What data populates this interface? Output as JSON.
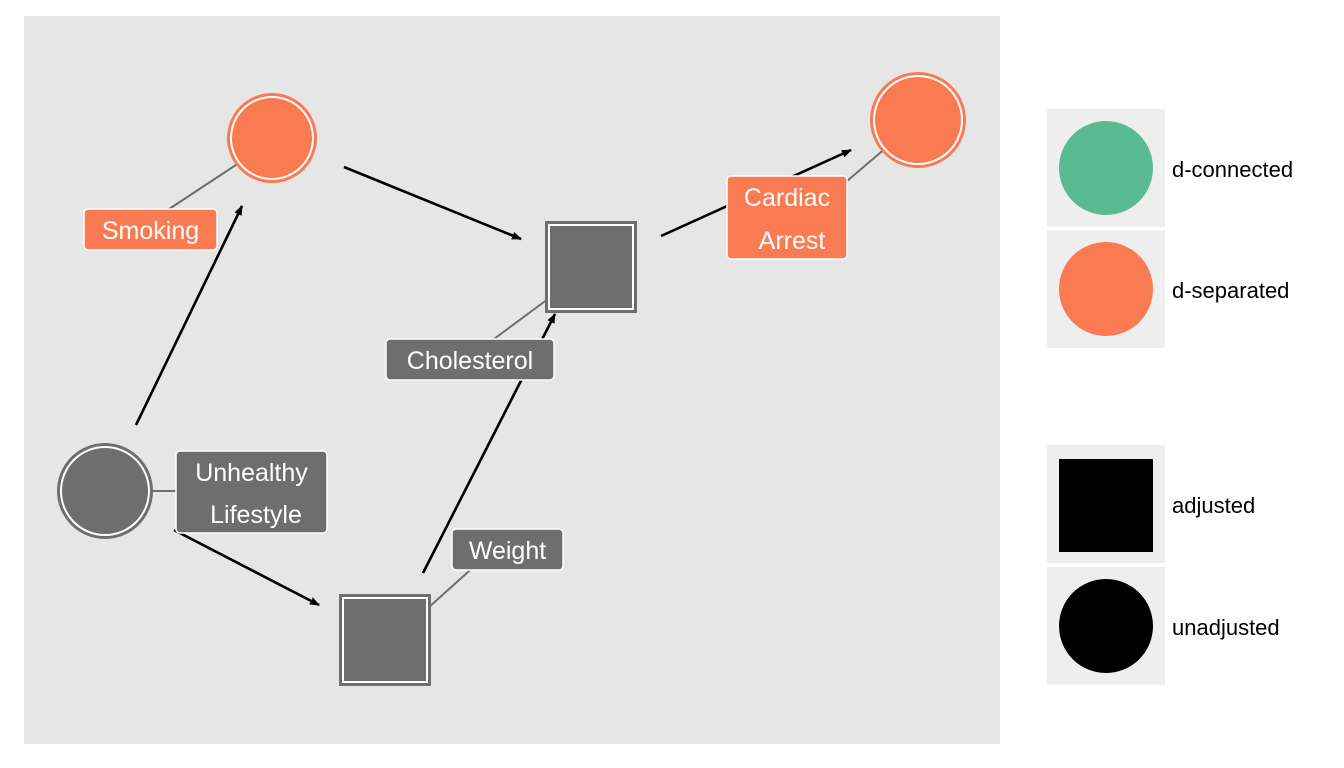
{
  "nodes": {
    "smoking": {
      "label_lines": [
        "Smoking"
      ],
      "shape": "circle",
      "status": "d-separated"
    },
    "cardiac_arrest": {
      "label_lines": [
        "Cardiac",
        "Arrest"
      ],
      "shape": "circle",
      "status": "d-separated"
    },
    "cholesterol": {
      "label_lines": [
        "Cholesterol"
      ],
      "shape": "square",
      "status": "adjusted"
    },
    "unhealthy_lifestyle": {
      "label_lines": [
        "Unhealthy",
        "Lifestyle"
      ],
      "shape": "circle",
      "status": "unadjusted"
    },
    "weight": {
      "label_lines": [
        "Weight"
      ],
      "shape": "square",
      "status": "adjusted"
    }
  },
  "edges": [
    {
      "from": "unhealthy_lifestyle",
      "to": "smoking"
    },
    {
      "from": "smoking",
      "to": "cholesterol"
    },
    {
      "from": "cholesterol",
      "to": "cardiac_arrest"
    },
    {
      "from": "unhealthy_lifestyle",
      "to": "weight"
    },
    {
      "from": "weight",
      "to": "cholesterol"
    }
  ],
  "legend_status": {
    "items": [
      {
        "label": "d-connected",
        "color": "#5ABA94"
      },
      {
        "label": "d-separated",
        "color": "#FA7A52"
      }
    ]
  },
  "legend_adjusted": {
    "items": [
      {
        "label": "adjusted",
        "shape": "square"
      },
      {
        "label": "unadjusted",
        "shape": "circle"
      }
    ]
  },
  "colors": {
    "panel_background": "#E6E6E6",
    "legend_key_background": "#EEEEEE",
    "d_separated": "#FA7A52",
    "d_connected": "#5ABA94",
    "neutral_node": "#6E6E6E",
    "edge": "#000000",
    "label_text": "#FFFFFF"
  }
}
